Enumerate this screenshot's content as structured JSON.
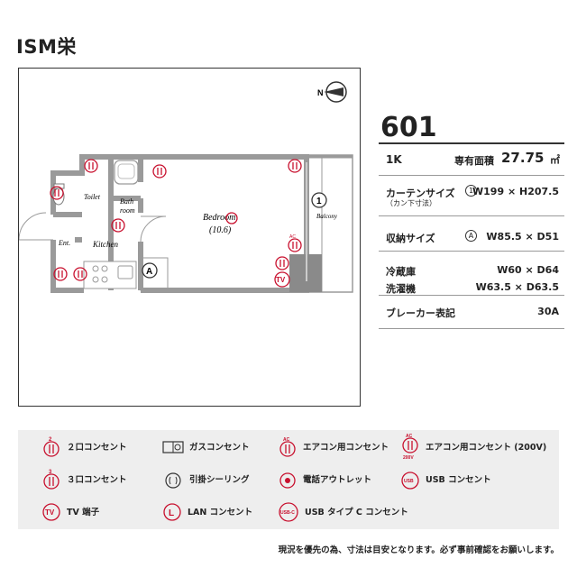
{
  "header": {
    "title": "ISM栄"
  },
  "room": {
    "number": "601"
  },
  "specs": {
    "type": "1K",
    "area_label": "専有面積",
    "area_value": "27.75",
    "area_unit": "㎡",
    "curtain_label": "カーテンサイズ",
    "curtain_sub": "（カン下寸法）",
    "curtain_mark": "1",
    "curtain_value": "W199 × H207.5",
    "storage_label": "収納サイズ",
    "storage_mark": "A",
    "storage_value": "W85.5 × D51",
    "fridge_label": "冷蔵庫",
    "fridge_value": "W60 × D64",
    "washer_label": "洗濯機",
    "washer_value": "W63.5 × D63.5",
    "breaker_label": "ブレーカー表記",
    "breaker_value": "30A"
  },
  "plan_labels": {
    "toilet": "Toilet",
    "bath": "Bath room",
    "bath_1": "Bath",
    "bath_2": "room",
    "bedroom": "Bedroom",
    "bedroom_size": "(10.6)",
    "kitchen": "Kitchen",
    "entrance": "Ent.",
    "balcony": "Balcony",
    "curtain_marker": "1",
    "storage_marker": "A",
    "tv_marker": "TV",
    "ac_marker": "AC",
    "north": "N"
  },
  "legend": {
    "items": [
      {
        "icon": "outlet-2-icon",
        "label": "２口コンセント"
      },
      {
        "icon": "gas-outlet-icon",
        "label": "ガスコンセント"
      },
      {
        "icon": "ac-outlet-icon",
        "label": "エアコン用コンセント"
      },
      {
        "icon": "ac-200v-outlet-icon",
        "label": "エアコン用コンセント (200V)"
      },
      {
        "icon": "outlet-3-icon",
        "label": "３口コンセント"
      },
      {
        "icon": "ceiling-hook-icon",
        "label": "引掛シーリング"
      },
      {
        "icon": "phone-outlet-icon",
        "label": "電話アウトレット"
      },
      {
        "icon": "usb-outlet-icon",
        "label": "USB コンセント"
      },
      {
        "icon": "tv-outlet-icon",
        "label": "TV 端子"
      },
      {
        "icon": "lan-outlet-icon",
        "label": "LAN コンセント"
      },
      {
        "icon": "usb-c-outlet-icon",
        "label": "USB タイプ C コンセント"
      }
    ],
    "icon_texts": {
      "two": "2",
      "three": "3",
      "ac": "AC",
      "v200": "200V",
      "tv": "TV",
      "lan": "L",
      "usb": "USB",
      "usbc": "USB-C"
    }
  },
  "note": "現況を優先の為、寸法は目安となります。必ず事前確認をお願いします。",
  "colors": {
    "accent_red": "#c8102e",
    "wall_gray": "#9a9a9a",
    "legend_bg": "#eeeeee"
  }
}
